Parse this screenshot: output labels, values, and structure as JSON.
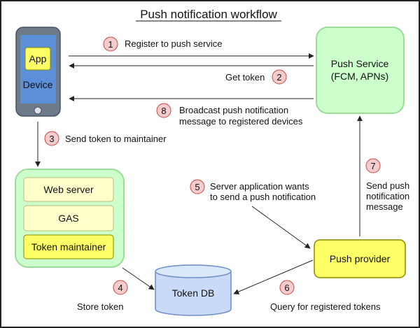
{
  "title": "Push notification workflow",
  "device": {
    "app_label": "App",
    "device_label": "Device"
  },
  "push_service": {
    "line1": "Push Service",
    "line2": "(FCM, APNs)"
  },
  "server": {
    "web_server": "Web server",
    "gas": "GAS",
    "token_maintainer": "Token maintainer"
  },
  "token_db": "Token DB",
  "push_provider": "Push provider",
  "steps": [
    {
      "num": "1",
      "text": "Register to push service"
    },
    {
      "num": "2",
      "text": "Get token"
    },
    {
      "num": "3",
      "text": "Send token to maintainer"
    },
    {
      "num": "4",
      "text": "Store token"
    },
    {
      "num": "5",
      "line1": "Server application wants",
      "line2": "to send a push notification"
    },
    {
      "num": "6",
      "text": "Query for registered tokens"
    },
    {
      "num": "7",
      "line1": "Send push",
      "line2": "notification",
      "line3": "message"
    },
    {
      "num": "8",
      "line1": "Broadcast push notification",
      "line2": "message to registered devices"
    }
  ],
  "colors": {
    "green_fill": "#ccffcc",
    "green_stroke": "#99dd99",
    "yellow_fill": "#ffff66",
    "pale_yellow_fill": "#ffffcc",
    "device_body": "#6e7a8a",
    "device_screen": "#5b8fd9",
    "db_fill": "#c9daf8",
    "step_circle_fill": "#f4cccc",
    "step_circle_stroke": "#cc4444"
  }
}
